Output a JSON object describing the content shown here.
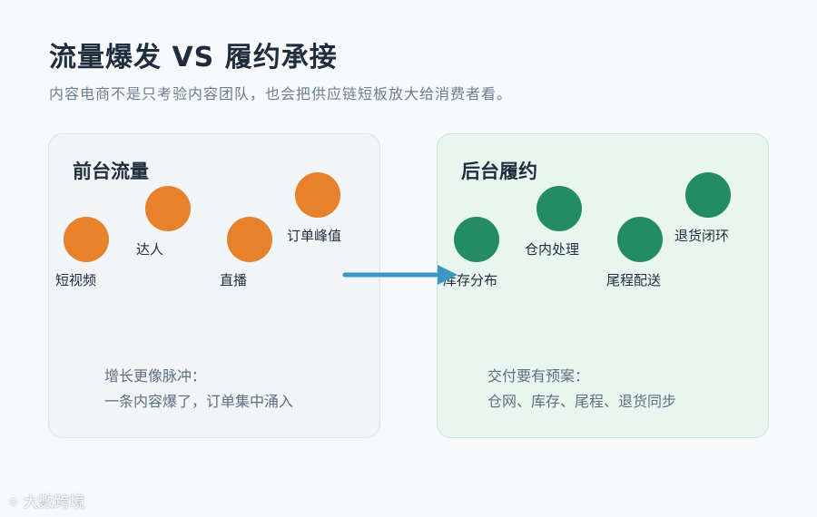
{
  "header": {
    "title": "流量爆发 VS 履约承接",
    "subtitle": "内容电商不是只考验内容团队，也会把供应链短板放大给消费者看。"
  },
  "left_panel": {
    "title": "前台流量",
    "nodes": [
      "短视频",
      "达人",
      "直播",
      "订单峰值"
    ],
    "note_line1": "增长更像脉冲：",
    "note_line2": "一条内容爆了，订单集中涌入",
    "color": "#e8812c"
  },
  "right_panel": {
    "title": "后台履约",
    "nodes": [
      "库存分布",
      "仓内处理",
      "尾程配送",
      "退货闭环"
    ],
    "note_line1": "交付要有预案：",
    "note_line2": "仓网、库存、尾程、退货同步",
    "color": "#238b66"
  },
  "arrow_color": "#3b97c4",
  "watermark": {
    "text": "大數跨境",
    "icon": "chat-bubble-icon"
  }
}
